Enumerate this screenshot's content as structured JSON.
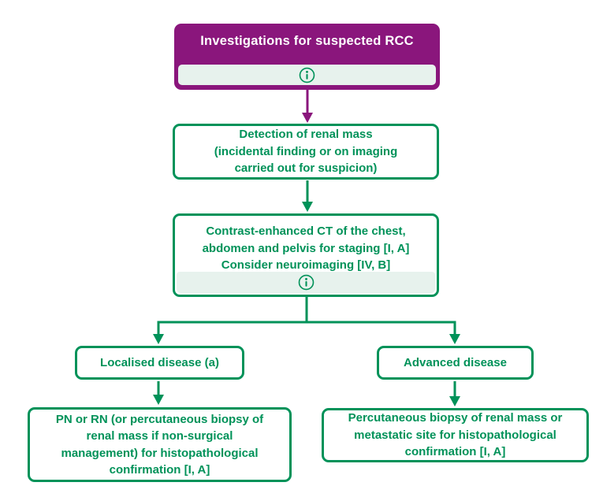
{
  "colors": {
    "purple": "#8A167C",
    "green": "#009259",
    "mint_strip": "#E7F2ED",
    "box_background": "#FFFFFF"
  },
  "icons": {
    "info": {
      "name": "info-icon",
      "glyph": "ⓘ"
    }
  },
  "flowchart": {
    "title_box": {
      "title": "Investigations for suspected RCC"
    },
    "nodes": {
      "detection": {
        "lines": [
          "Detection of renal mass",
          "(incidental finding or on imaging",
          "carried out for suspicion)"
        ]
      },
      "ct_staging": {
        "lines": [
          "Contrast-enhanced CT of the chest,",
          "abdomen and pelvis for staging [I, A]",
          "Consider neuroimaging [IV, B]"
        ]
      },
      "localised": {
        "label": "Localised disease (a)"
      },
      "advanced": {
        "label": "Advanced disease"
      },
      "localised_action": {
        "lines": [
          "PN or RN (or percutaneous biopsy of",
          "renal mass if non-surgical",
          "management) for histopathological",
          "confirmation [I, A]"
        ]
      },
      "advanced_action": {
        "lines": [
          "Percutaneous biopsy of renal mass or",
          "metastatic site for histopathological",
          "confirmation [I, A]"
        ]
      }
    }
  }
}
